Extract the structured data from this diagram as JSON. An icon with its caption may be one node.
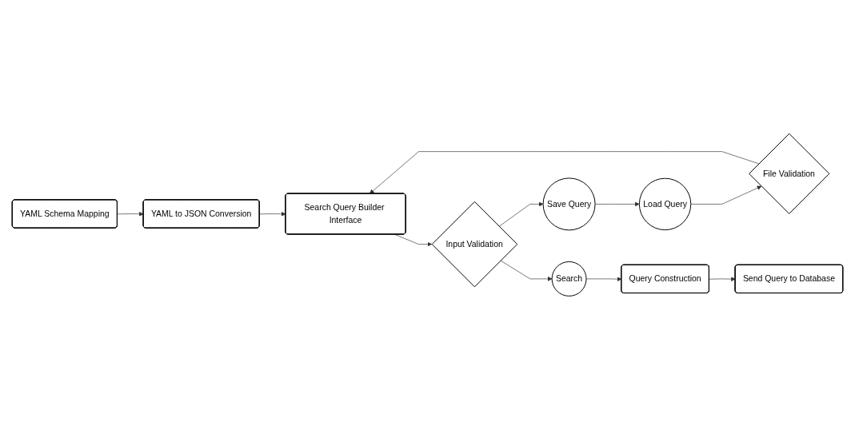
{
  "diagram": {
    "nodes": [
      {
        "text": [
          "YAML Schema Mapping"
        ]
      },
      {
        "text": [
          "YAML to JSON Conversion"
        ]
      },
      {
        "text": [
          "Search Query Builder Interface"
        ]
      },
      {
        "text": [
          "File Validation"
        ]
      },
      {
        "text": [
          "Load Query"
        ]
      },
      {
        "text": [
          "Save Query"
        ]
      },
      {
        "text": [
          "Input Validation"
        ]
      },
      {
        "text": [
          "Send Query to Database"
        ]
      },
      {
        "text": [
          "Query Construction"
        ]
      },
      {
        "text": [
          "Search"
        ]
      }
    ],
    "edges": [
      {
        "from": 0,
        "to": 1,
        "arrow": "to"
      },
      {
        "from": 1,
        "to": 2,
        "arrow": "to"
      },
      {
        "from": 2,
        "to": 6,
        "arrow": "to"
      },
      {
        "from": 6,
        "to": 5,
        "arrow": "to"
      },
      {
        "from": 5,
        "to": 4,
        "arrow": "to"
      },
      {
        "from": 4,
        "to": 3,
        "arrow": "to"
      },
      {
        "from": 3,
        "to": 2,
        "arrow": "to"
      },
      {
        "from": 6,
        "to": 9,
        "arrow": "to"
      },
      {
        "from": 9,
        "to": 8,
        "arrow": "to"
      },
      {
        "from": 8,
        "to": 7,
        "arrow": "to"
      }
    ]
  }
}
